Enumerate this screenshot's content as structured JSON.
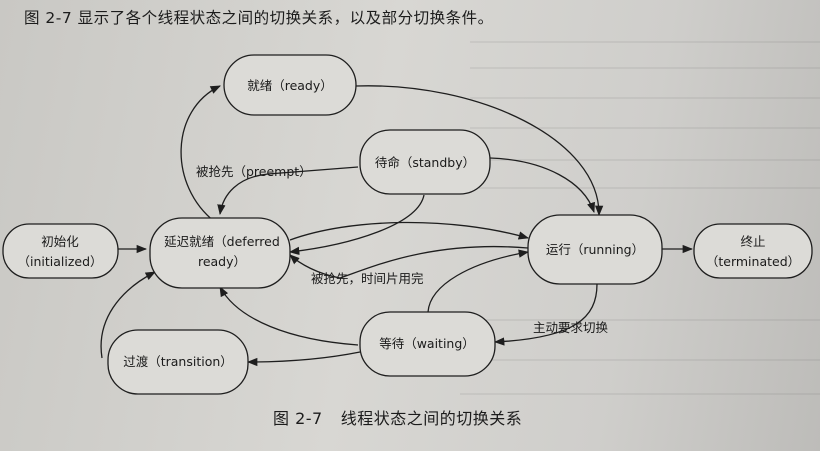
{
  "page_header": "图 2-7 显示了各个线程状态之间的切换关系，以及部分切换条件。",
  "caption": {
    "number": "图 2-7",
    "title": "线程状态之间的切换关系"
  },
  "nodes": {
    "ready": "就绪（ready）",
    "standby": "待命（standby）",
    "initialized": [
      "初始化",
      "（initialized）"
    ],
    "deferred_ready": [
      "延迟就绪（deferred",
      "ready）"
    ],
    "running": "运行（running）",
    "terminated": [
      "终止",
      "（terminated）"
    ],
    "transition": "过渡（transition）",
    "waiting": "等待（waiting）"
  },
  "edge_labels": {
    "preempt": "被抢先（preempt）",
    "preempt_timeslice": "被抢先，时间片用完",
    "voluntary_switch": "主动要求切换"
  },
  "colors": {
    "ink": "#1e1e1e",
    "node_fill": "#dcdbd7"
  }
}
